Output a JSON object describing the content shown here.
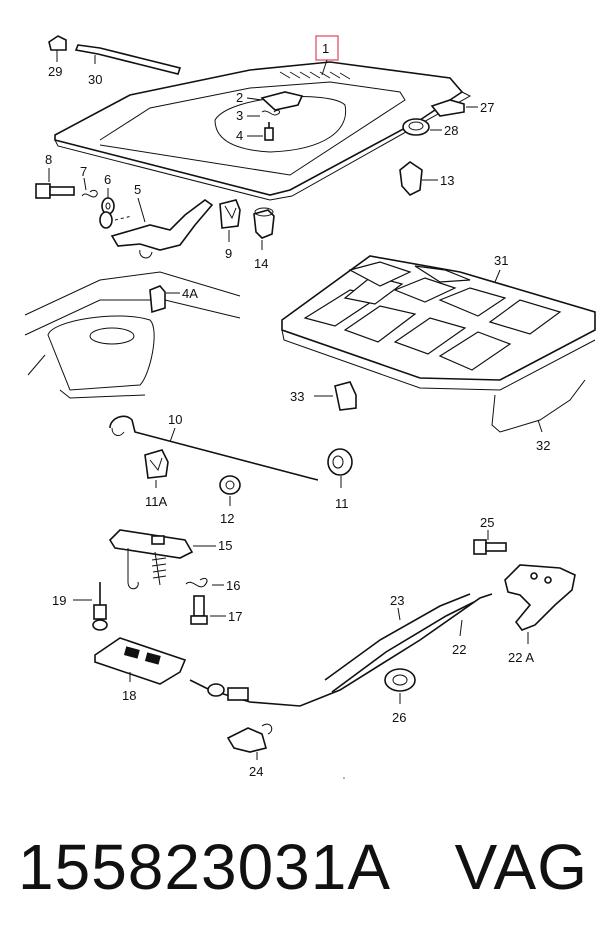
{
  "callouts": {
    "c1": "1",
    "c2": "2",
    "c3": "3",
    "c4": "4",
    "c4a": "4A",
    "c5": "5",
    "c6": "6",
    "c7": "7",
    "c8": "8",
    "c9": "9",
    "c10": "10",
    "c11": "11",
    "c11a": "11A",
    "c12": "12",
    "c13": "13",
    "c14": "14",
    "c15": "15",
    "c16": "16",
    "c17": "17",
    "c18": "18",
    "c19": "19",
    "c22": "22",
    "c22a": "22 A",
    "c23": "23",
    "c24": "24",
    "c25": "25",
    "c26": "26",
    "c27": "27",
    "c28": "28",
    "c29": "29",
    "c30": "30",
    "c31": "31",
    "c32": "32",
    "c33": "33"
  },
  "highlight_color": "#e06070",
  "caption": {
    "part_number": "155823031A",
    "brand": "VAG"
  }
}
